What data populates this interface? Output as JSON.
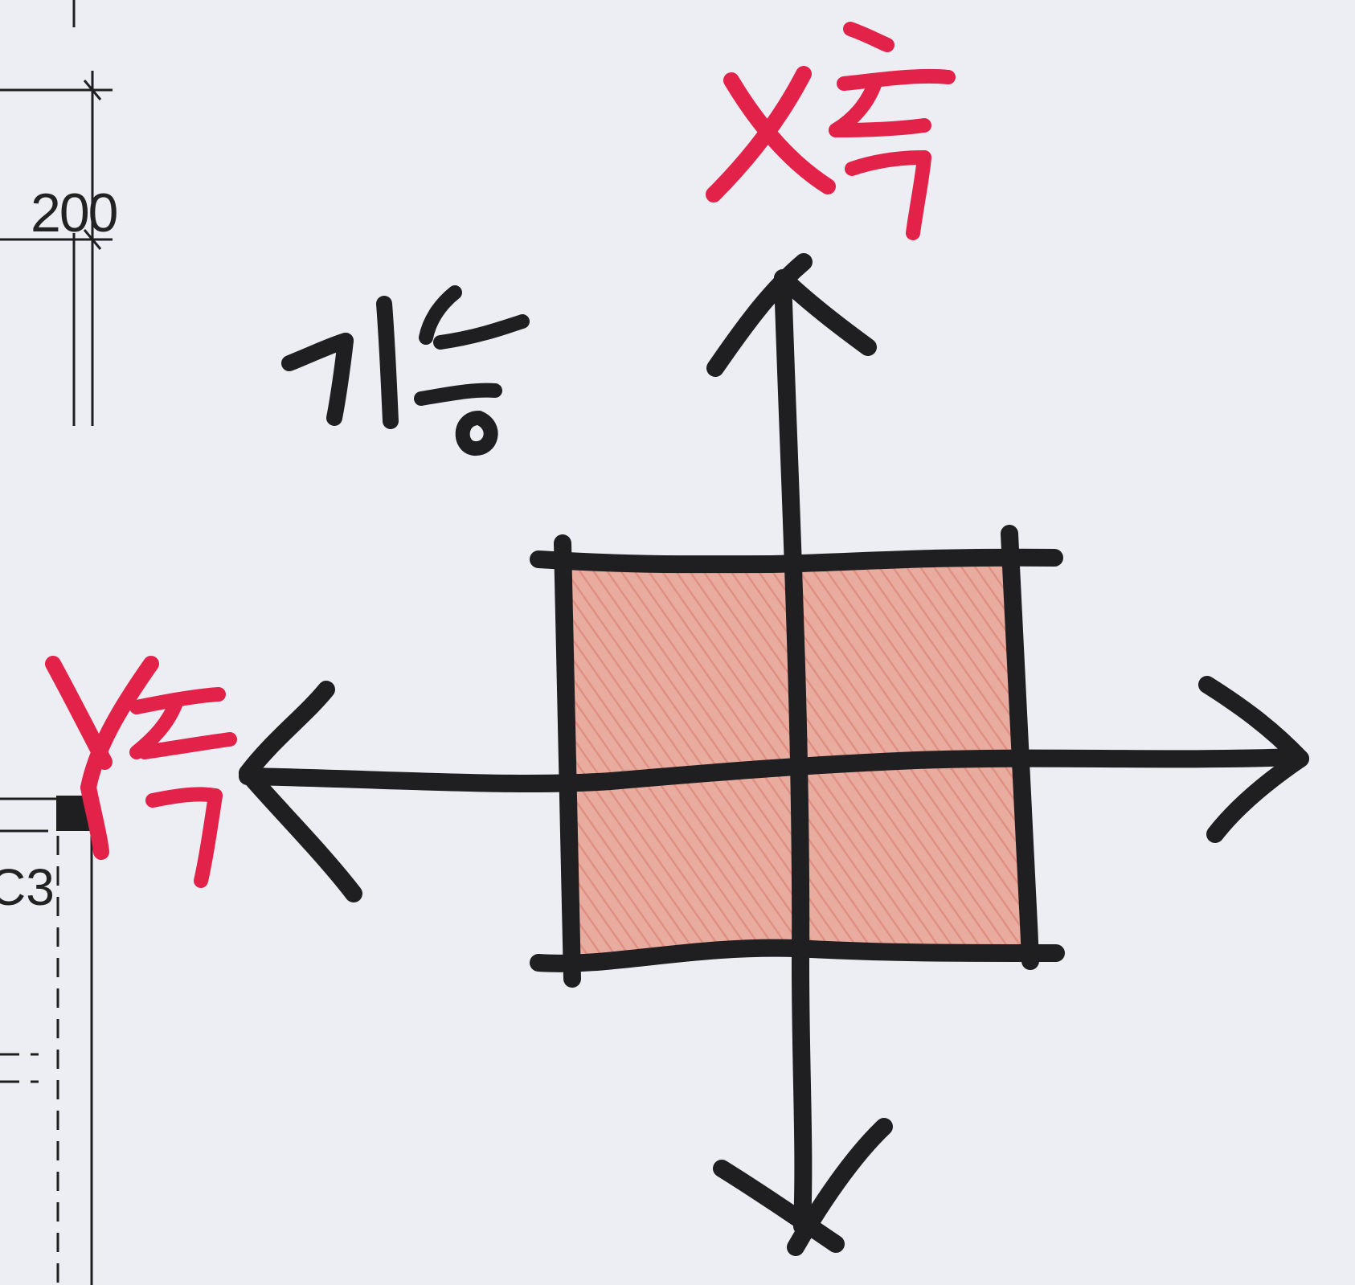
{
  "drawing": {
    "dimension_value": "200",
    "column_label": "C3"
  },
  "sketch": {
    "top_label": "X축",
    "left_label": "Y축",
    "reference_label": "기둥"
  },
  "colors": {
    "paper": "#eceef3",
    "ink": "#1f1f22",
    "red_marker": "#e3224a",
    "shading": "#d9705e"
  }
}
